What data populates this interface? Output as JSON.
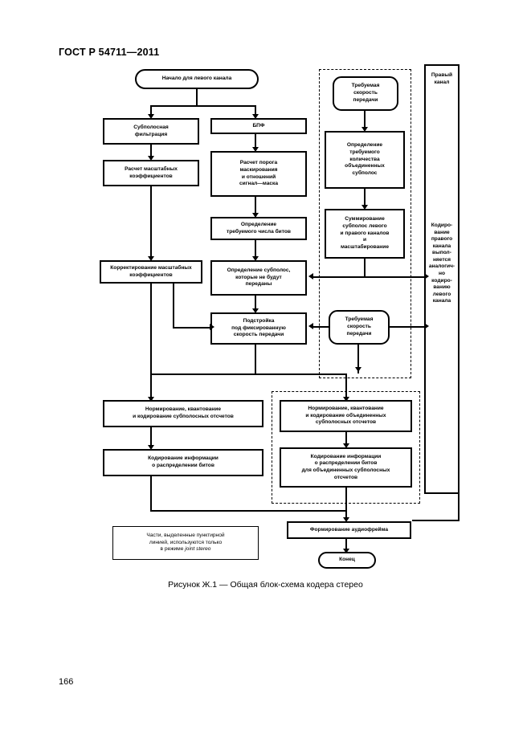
{
  "document": {
    "standard_header": "ГОСТ Р 54711—2011",
    "page_number": "166",
    "figure_caption": "Рисунок Ж.1 — Общая блок-схема кодера стерео"
  },
  "flowchart": {
    "title": "Общая блок-схема кодера стерео",
    "nodes": {
      "start": "Начало для левого канала",
      "subband_filtering": "Субполосная\nфильтрация",
      "fft": "БПФ",
      "scale_factors": "Расчет масштабных\nкоэффициентов",
      "masking_threshold": "Расчет порога\nмаскирования\nи отношений\nсигнал—маска",
      "required_bits": "Определение\nтребуемого числа битов",
      "correct_scale_factors": "Корректирование масштабных\nкоэффициентов",
      "subbands_not_sent": "Определение субполос,\nкоторые не будут\nпереданы",
      "fixed_rate_tuning": "Подстройка\nпод фиксированную\nскорость передачи",
      "required_rate_top": "Требуемая\nскорость\nпередачи",
      "required_joined_subbands": "Определение\nтребуемого\nколичества\nобъединенных\nсубполос",
      "sum_subbands": "Суммирование\nсубполос левого\nи правого каналов\nи\nмасштабирование",
      "required_rate_mid": "Требуемая\nскорость\nпередачи",
      "norm_quant_code_subband": "Нормирование, квантование\nи кодирование субполосных отсчетов",
      "code_bit_allocation": "Кодирование информации\nо распределении битов",
      "norm_quant_code_joined": "Нормирование, квантование\nи кодирование объединенных\nсубполосных отсчетов",
      "code_bit_allocation_joined": "Кодирование информации\nо распределении битов\nдля объединенных субполосных\nотсчетов",
      "audio_frame": "Формирование аудиофрейма",
      "end": "Конец",
      "legend_note": "Части, выделенные пунктирной\nлинией, используются только\nв режиме ",
      "legend_note_italic": "joint stereo",
      "right_channel_title": "Правый\nканал",
      "right_channel_body": "Кодиро-\nвание\nправого\nканала\nвыпол-\nняется\nаналогич-\nно\nкодиро-\nванию\nлевого\nканала"
    }
  }
}
